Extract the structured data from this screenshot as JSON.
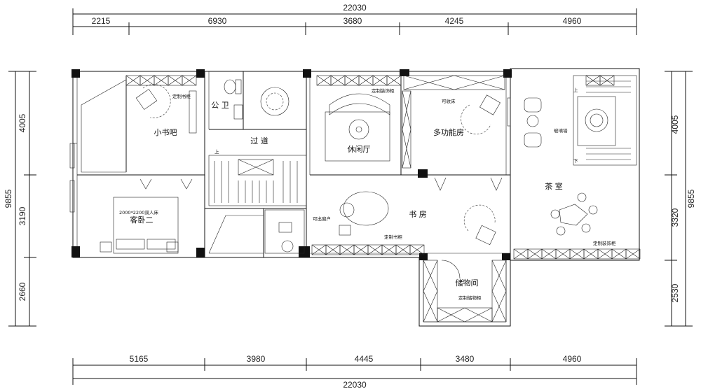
{
  "dimensions": {
    "top_total": "22030",
    "top_segments": [
      "2215",
      "6930",
      "3680",
      "4245",
      "4960"
    ],
    "bottom_total": "22030",
    "bottom_segments": [
      "5165",
      "3980",
      "4445",
      "3480",
      "4960"
    ],
    "left_total": "9855",
    "left_segments": [
      "4005",
      "3190",
      "2660"
    ],
    "right_total": "9855",
    "right_segments": [
      "4005",
      "3320",
      "2530"
    ]
  },
  "rooms": {
    "study_bar": "小书吧",
    "public_bath": "公 卫",
    "corridor": "过 道",
    "lounge": "休闲厅",
    "multi_room": "多功能房",
    "tea_room": "茶 室",
    "guest_bed2": "客卧二",
    "study": "书 房",
    "storage": "储物间"
  },
  "annotations": {
    "bookcase_top": "定制书柜",
    "deco_cab_top": "定制装饰柜",
    "foldbed": "可收床",
    "glass_wall": "玻璃墙",
    "bed_size": "2000*2200双人床",
    "window": "可出窗户",
    "bookcase_bottom": "定制书柜",
    "deco_cab_bottom": "定制装饰柜",
    "storage_cab": "定制储物柜",
    "up1": "上",
    "down1": "下",
    "up2": "上"
  }
}
